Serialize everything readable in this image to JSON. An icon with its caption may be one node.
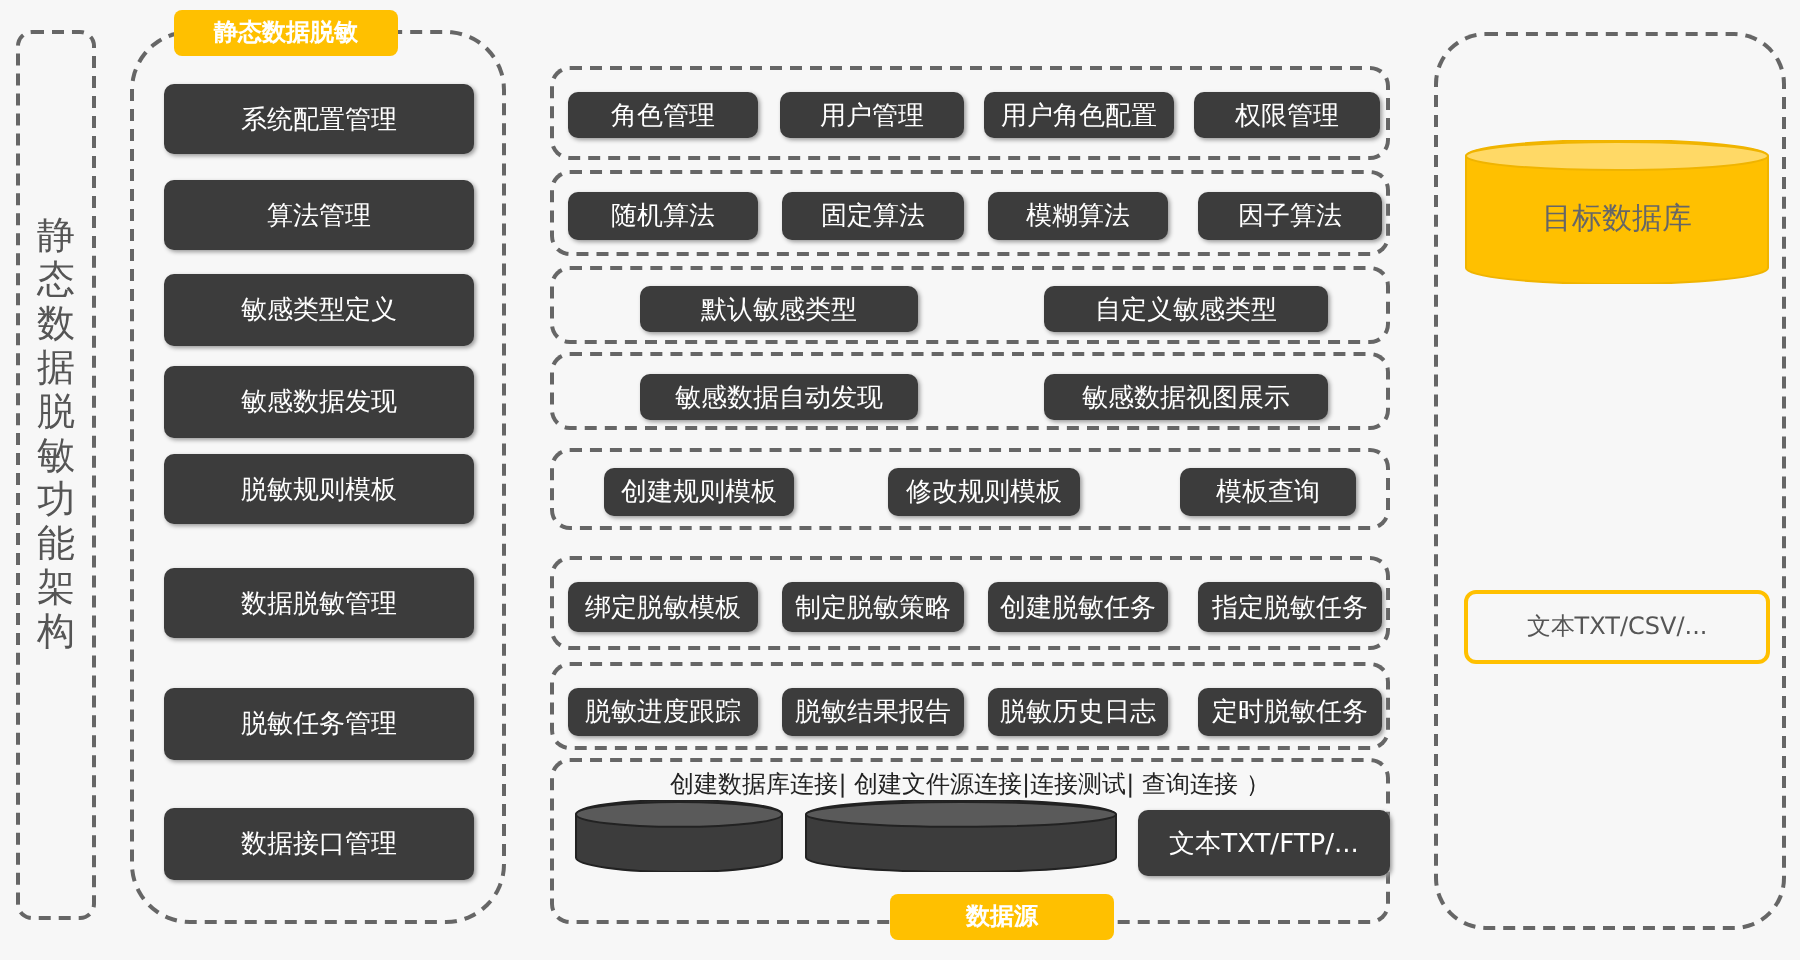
{
  "diagram": {
    "nodes": [
      {
        "text": [
          "静态数据脱敏功能架构"
        ]
      },
      {
        "text": [
          "静态数据脱敏"
        ]
      },
      {
        "text": [
          "系统配置管理"
        ],
        "in": 1
      },
      {
        "text": [
          "算法管理"
        ],
        "in": 1
      },
      {
        "text": [
          "敏感类型定义"
        ],
        "in": 1
      },
      {
        "text": [
          "敏感数据发现"
        ],
        "in": 1
      },
      {
        "text": [
          "脱敏规则模板"
        ],
        "in": 1
      },
      {
        "text": [
          "数据脱敏管理"
        ],
        "in": 1
      },
      {
        "text": [
          "脱敏任务管理"
        ],
        "in": 1
      },
      {
        "text": [
          "数据接口管理"
        ],
        "in": 1
      },
      {
        "text": [],
        "shape": "box"
      },
      {
        "text": [
          "角色管理"
        ],
        "in": 10
      },
      {
        "text": [
          "用户管理"
        ],
        "in": 10
      },
      {
        "text": [
          "用户角色配置"
        ],
        "in": 10
      },
      {
        "text": [
          "权限管理"
        ],
        "in": 10
      },
      {
        "text": [],
        "shape": "box"
      },
      {
        "text": [
          "随机算法"
        ],
        "in": 15
      },
      {
        "text": [
          "固定算法"
        ],
        "in": 15
      },
      {
        "text": [
          "模糊算法"
        ],
        "in": 15
      },
      {
        "text": [
          "因子算法"
        ],
        "in": 15
      },
      {
        "text": [],
        "shape": "box"
      },
      {
        "text": [
          "默认敏感类型"
        ],
        "in": 20
      },
      {
        "text": [
          "自定义敏感类型"
        ],
        "in": 20
      },
      {
        "text": [],
        "shape": "box"
      },
      {
        "text": [
          "敏感数据自动发现"
        ],
        "in": 23
      },
      {
        "text": [
          "敏感数据视图展示"
        ],
        "in": 23
      },
      {
        "text": [],
        "shape": "box"
      },
      {
        "text": [
          "创建规则模板"
        ],
        "in": 26
      },
      {
        "text": [
          "修改规则模板"
        ],
        "in": 26
      },
      {
        "text": [
          "模板查询"
        ],
        "in": 26
      },
      {
        "text": [],
        "shape": "box"
      },
      {
        "text": [
          "绑定脱敏模板"
        ],
        "in": 30
      },
      {
        "text": [
          "制定脱敏策略"
        ],
        "in": 30
      },
      {
        "text": [
          "创建脱敏任务"
        ],
        "in": 30
      },
      {
        "text": [
          "指定脱敏任务"
        ],
        "in": 30
      },
      {
        "text": [],
        "shape": "box"
      },
      {
        "text": [
          "脱敏进度跟踪"
        ],
        "in": 35
      },
      {
        "text": [
          "脱敏结果报告"
        ],
        "in": 35
      },
      {
        "text": [
          "脱敏历史日志"
        ],
        "in": 35
      },
      {
        "text": [
          "定时脱敏任务"
        ],
        "in": 35
      },
      {
        "text": [
          "创建数据库连接| 创建文件源连接|连接测试| 查询连接 ）",
          "数据源"
        ]
      },
      {
        "text": [],
        "shape": "cylinder",
        "in": 40
      },
      {
        "text": [],
        "shape": "cylinder",
        "in": 40
      },
      {
        "text": [
          "文本TXT/FTP/..."
        ],
        "in": 40
      },
      {
        "text": [],
        "shape": "box"
      },
      {
        "text": [
          "目标数据库"
        ],
        "in": 44
      },
      {
        "text": [
          "文本TXT/CSV/..."
        ],
        "in": 44
      }
    ]
  }
}
